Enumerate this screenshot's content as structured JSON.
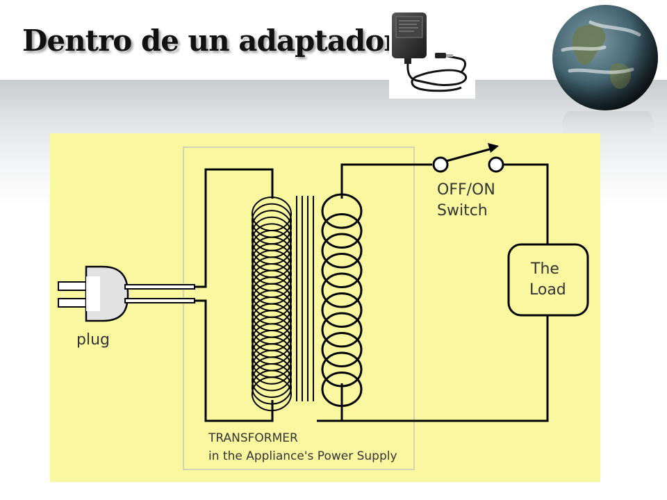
{
  "slide": {
    "title": "Dentro de un adaptador"
  },
  "diagram": {
    "background_color": "#f9f7a0",
    "line_color": "#000000",
    "frame_color": "#d4d2b8",
    "labels": {
      "plug": "plug",
      "switch_line1": "OFF/ON",
      "switch_line2": "Switch",
      "load_line1": "The",
      "load_line2": "Load",
      "transformer_line1": "TRANSFORMER",
      "transformer_line2": "in the Appliance's Power Supply"
    }
  },
  "icons": {
    "adapter_photo": "ac-adapter-photo",
    "globe": "earth-globe-icon"
  }
}
